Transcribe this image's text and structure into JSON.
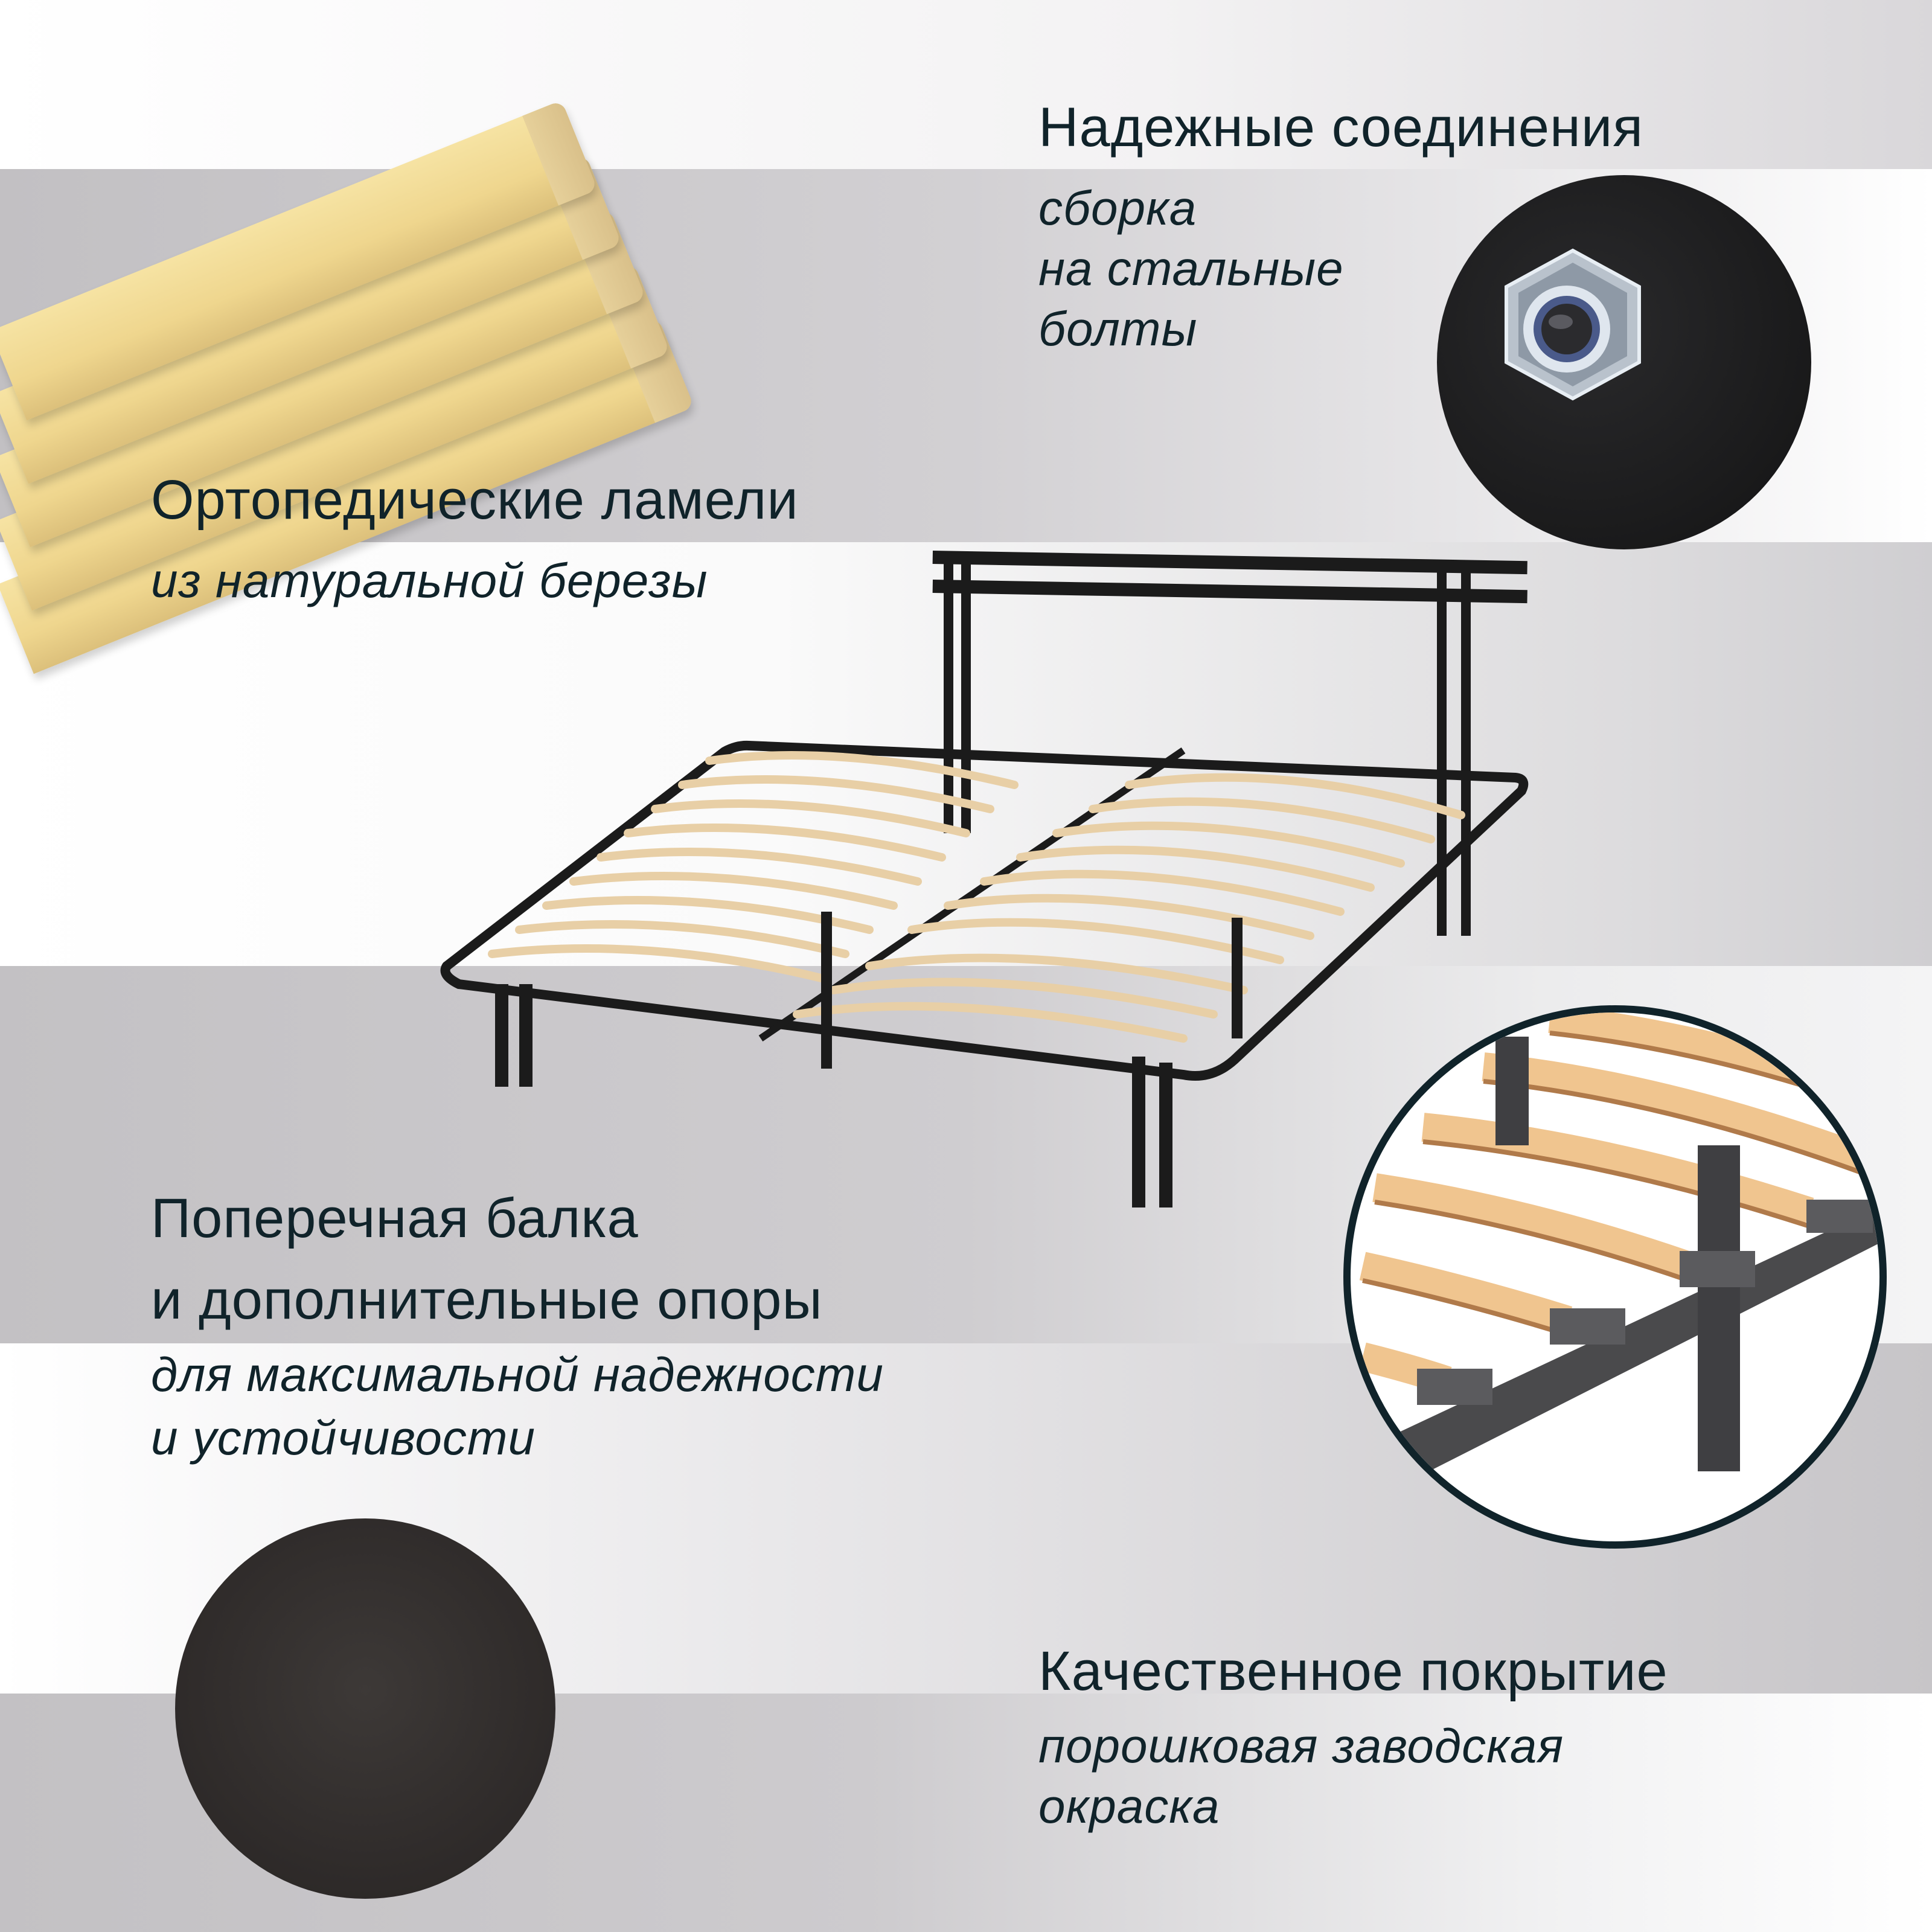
{
  "features": [
    {
      "id": "connections",
      "title": "Надежные соединения",
      "subtitle_lines": [
        "сборка",
        "на стальные",
        "болты"
      ]
    },
    {
      "id": "slats",
      "title": "Ортопедические ламели",
      "subtitle_lines": [
        "из натуральной березы"
      ]
    },
    {
      "id": "crossbeam",
      "title_lines": [
        "Поперечная балка",
        "и дополнительные опоры"
      ],
      "subtitle_lines": [
        "для максимальной надежности",
        "и устойчивости"
      ]
    },
    {
      "id": "coating",
      "title": "Качественное покрытие",
      "subtitle_lines": [
        "порошковая заводская",
        "окраска"
      ]
    }
  ],
  "images": {
    "wood_slats": "birch-slats-photo",
    "bolt_closeup": "steel-bolt-nut-closeup",
    "bed_frame": "metal-bed-frame-with-slats",
    "slat_holder_closeup": "slat-holders-on-frame-closeup",
    "coating_swatch": "dark-powder-coat-texture"
  },
  "colors": {
    "text": "#10232a",
    "grey_band": "#c8c6c9",
    "frame": "#1a1a1a",
    "wood": "#efd68e",
    "circle_border": "#10232a"
  }
}
